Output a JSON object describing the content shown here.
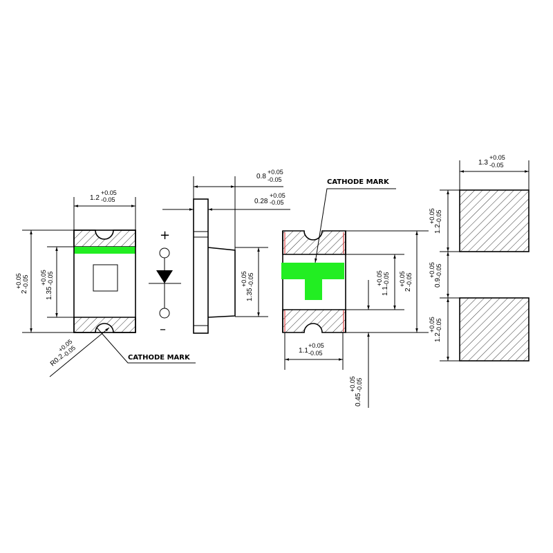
{
  "colors": {
    "cathode_mark": "#22ee22",
    "pad_edge": "#dd2222",
    "line": "#000000"
  },
  "labels": {
    "cathode_mark_front": "CATHODE MARK",
    "cathode_mark_bottom": "CATHODE MARK",
    "plus": "+",
    "minus": "–"
  },
  "dims": {
    "front_width": {
      "base": "1.2",
      "plus": "+0.05",
      "minus": "-0.05"
    },
    "front_length": {
      "base": "2",
      "plus": "+0.05",
      "minus": "-0.05"
    },
    "front_window": {
      "base": "1.35",
      "plus": "+0.05",
      "minus": "-0.05"
    },
    "notch_radius": {
      "base": "R0.2",
      "plus": "+0.05",
      "minus": "-0.05"
    },
    "side_height": {
      "base": "0.8",
      "plus": "+0.05",
      "minus": "-0.05"
    },
    "side_base": {
      "base": "0.28",
      "plus": "+0.05",
      "minus": "-0.05"
    },
    "side_lens": {
      "base": "1.35",
      "plus": "+0.05",
      "minus": "-0.05"
    },
    "bottom_gap": {
      "base": "1.1",
      "plus": "+0.05",
      "minus": "-0.05"
    },
    "bottom_length": {
      "base": "2",
      "plus": "+0.05",
      "minus": "-0.05"
    },
    "bottom_width": {
      "base": "1.1",
      "plus": "+0.05",
      "minus": "-0.05"
    },
    "bottom_pad": {
      "base": "0.45",
      "plus": "+0.05",
      "minus": "-0.05"
    },
    "land_width": {
      "base": "1.3",
      "plus": "+0.05",
      "minus": "-0.05"
    },
    "land_top": {
      "base": "1.2",
      "plus": "+0.05",
      "minus": "-0.05"
    },
    "land_gap": {
      "base": "0.9",
      "plus": "+0.05",
      "minus": "-0.05"
    },
    "land_bottom": {
      "base": "1.2",
      "plus": "+0.05",
      "minus": "-0.05"
    }
  }
}
